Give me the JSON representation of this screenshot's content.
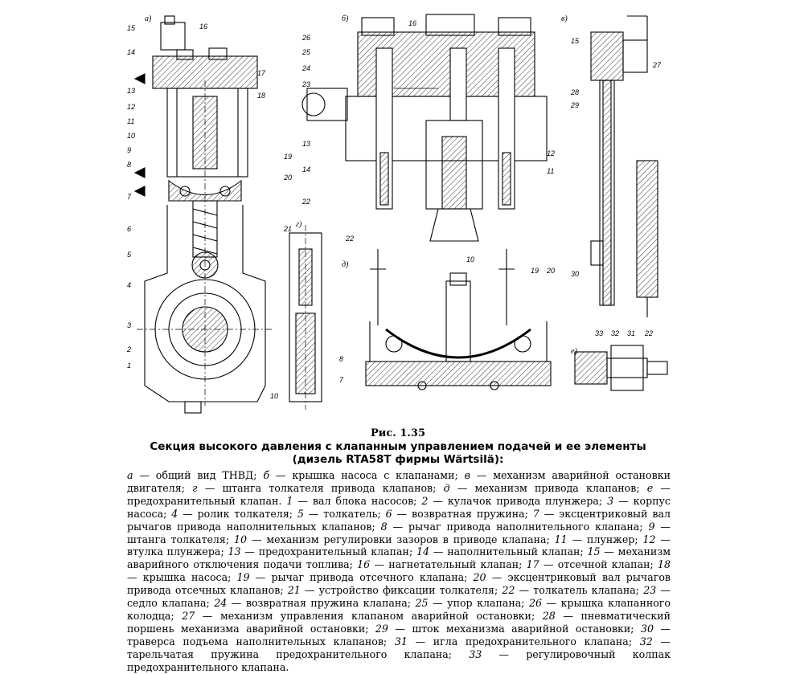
{
  "figure": {
    "panel_labels": [
      "а)",
      "б)",
      "в)",
      "г)",
      "д)",
      "е)"
    ],
    "callouts_a": [
      "15",
      "16",
      "14",
      "13",
      "12",
      "17",
      "18",
      "11",
      "10",
      "9",
      "8",
      "19",
      "20",
      "7",
      "6",
      "21",
      "5",
      "4",
      "3",
      "2",
      "1"
    ],
    "callouts_b": [
      "16",
      "26",
      "25",
      "24",
      "23",
      "13",
      "14",
      "22",
      "12",
      "11"
    ],
    "callouts_v": [
      "15",
      "27",
      "28",
      "29",
      "30",
      "33",
      "32",
      "31",
      "22"
    ],
    "callouts_g": [
      "22",
      "10"
    ],
    "callouts_d": [
      "10",
      "19",
      "20",
      "8",
      "7"
    ]
  },
  "caption": {
    "number": "Рис. 1.35",
    "title": "Секция высокого давления с клапанным управлением подачей и ее элементы",
    "subtitle": "(дизель RTA58T фирмы Wärtsilä):"
  },
  "legend": [
    {
      "key": "а",
      "text": " — общий вид ТНВД; "
    },
    {
      "key": "б",
      "text": " — крышка насоса с клапанами; "
    },
    {
      "key": "в",
      "text": " — механизм аварийной остановки двигателя; "
    },
    {
      "key": "г",
      "text": " — штанга толкателя привода клапанов; "
    },
    {
      "key": "д",
      "text": " — механизм привода клапанов; "
    },
    {
      "key": "е",
      "text": " — предохранительный клапан. "
    },
    {
      "key": "1",
      "text": " — вал блока насосов; "
    },
    {
      "key": "2",
      "text": " — кулачок привода плунжера; "
    },
    {
      "key": "3",
      "text": " — корпус насоса; "
    },
    {
      "key": "4",
      "text": " — ролик толкателя; "
    },
    {
      "key": "5",
      "text": " — толкатель; "
    },
    {
      "key": "6",
      "text": " — возвратная пружина; "
    },
    {
      "key": "7",
      "text": " — эксцентриковый вал рычагов привода наполнительных клапанов; "
    },
    {
      "key": "8",
      "text": " — рычаг привода наполнительного клапана; "
    },
    {
      "key": "9",
      "text": " — штанга толкателя; "
    },
    {
      "key": "10",
      "text": " — механизм регулировки зазоров в приводе клапана; "
    },
    {
      "key": "11",
      "text": " — плунжер; "
    },
    {
      "key": "12",
      "text": " — втулка плунжера; "
    },
    {
      "key": "13",
      "text": " — предохранительный клапан; "
    },
    {
      "key": "14",
      "text": " — наполнительный клапан; "
    },
    {
      "key": "15",
      "text": " — механизм аварийного отключения подачи топлива; "
    },
    {
      "key": "16",
      "text": " — нагнетательный клапан; "
    },
    {
      "key": "17",
      "text": " — отсечной клапан; "
    },
    {
      "key": "18",
      "text": " — крышка насоса; "
    },
    {
      "key": "19",
      "text": " — рычаг привода отсечного клапана; "
    },
    {
      "key": "20",
      "text": " — эксцентриковый вал рычагов привода отсечных клапанов; "
    },
    {
      "key": "21",
      "text": " — устройство фиксации толкателя; "
    },
    {
      "key": "22",
      "text": " — толкатель клапана; "
    },
    {
      "key": "23",
      "text": " — седло клапана; "
    },
    {
      "key": "24",
      "text": " — возвратная пружина клапана; "
    },
    {
      "key": "25",
      "text": " — упор клапана; "
    },
    {
      "key": "26",
      "text": " — крышка клапанного колодца; "
    },
    {
      "key": "27",
      "text": " — механизм управления клапаном аварийной остановки; "
    },
    {
      "key": "28",
      "text": " — пневматический поршень механизма аварийной остановки; "
    },
    {
      "key": "29",
      "text": " — шток механизма аварийной остановки; "
    },
    {
      "key": "30",
      "text": " — траверса подъема наполнительных клапанов; "
    },
    {
      "key": "31",
      "text": " — игла предохранительного клапана; "
    },
    {
      "key": "32",
      "text": " — тарельчатая пружина предохранительного клапана; "
    },
    {
      "key": "33",
      "text": " — регулировочный колпак предохранительного клапана."
    }
  ]
}
